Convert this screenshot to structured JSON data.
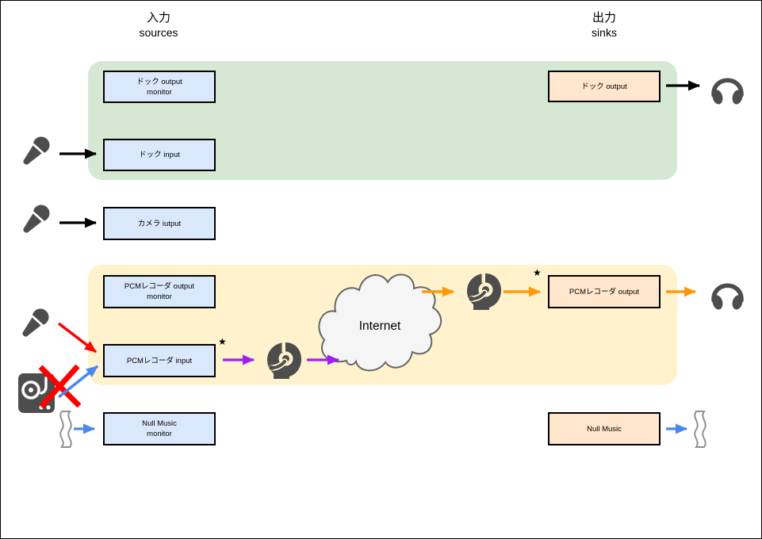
{
  "headers": {
    "input_jp": "入力",
    "input_en": "sources",
    "output_jp": "出力",
    "output_en": "sinks"
  },
  "nodes": {
    "dock_output_monitor": {
      "label": "ドック output\nmonitor"
    },
    "dock_input": {
      "label": "ドック input"
    },
    "camera_iutput": {
      "label": "カメラ iutput"
    },
    "pcm_output_monitor": {
      "label": "PCMレコーダ output\nmonitor"
    },
    "pcm_input": {
      "label": "PCMレコーダ input"
    },
    "null_music_monitor": {
      "label": "Null Music\nmonitor"
    },
    "dock_output": {
      "label": "ドック output"
    },
    "pcm_output": {
      "label": "PCMレコーダ output"
    },
    "null_music": {
      "label": "Null Music"
    }
  },
  "cloud": {
    "label": "Internet"
  },
  "markers": {
    "star": "★"
  },
  "icons": {
    "microphone": "mic-icon",
    "headphones": "headphones-icon",
    "voip_person": "headset-person-icon",
    "turntable": "turntable-icon",
    "blocked_cross": "red-x-icon",
    "silence_wave": "wavy-line-icon",
    "network": "internet-cloud"
  },
  "colors": {
    "green_zone": "#d5e8d4",
    "yellow_zone": "#fff2cc",
    "source_box": "#dae8fc",
    "sink_box": "#ffe6cc",
    "box_border": "#000000",
    "arrow_black": "#000000",
    "arrow_red": "#ff0000",
    "arrow_blue": "#4b87f0",
    "arrow_purple": "#a020f0",
    "arrow_orange": "#ff9908",
    "icon_gray": "#4d4d4d",
    "cloud_fill": "#f5f5f5",
    "cloud_stroke": "#666666"
  }
}
